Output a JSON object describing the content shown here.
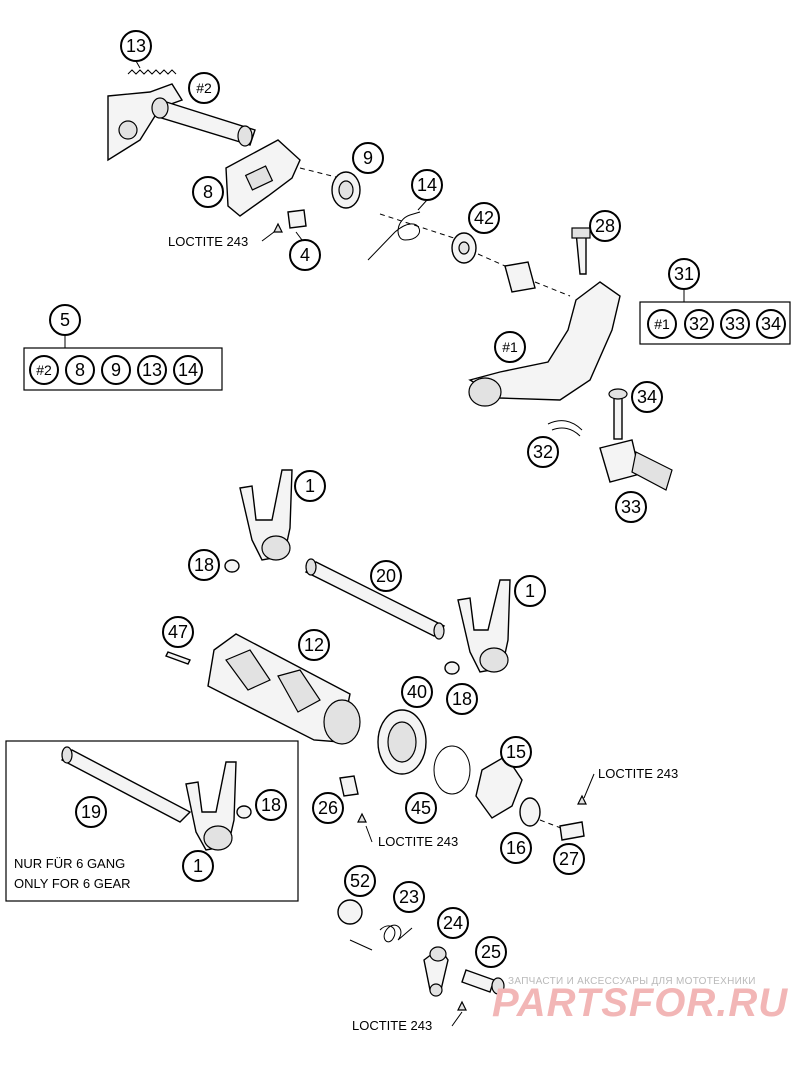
{
  "callouts": {
    "c13_top": "13",
    "c2_top": "#2",
    "c9": "9",
    "c8": "8",
    "c14_top": "14",
    "c42": "42",
    "c28": "28",
    "c4": "4",
    "c5": "5",
    "c31": "31",
    "c1_arm": "#1",
    "c34_pin": "34",
    "c32_spring": "32",
    "c33_part": "33",
    "c1_fork_top": "1",
    "c18_a": "18",
    "c20": "20",
    "c1_fork_right": "1",
    "c47": "47",
    "c12": "12",
    "c40": "40",
    "c18_b": "18",
    "c19": "19",
    "c18_c": "18",
    "c1_fork_box": "1",
    "c15": "15",
    "c26": "26",
    "c45": "45",
    "c16": "16",
    "c27": "27",
    "c52": "52",
    "c23": "23",
    "c24": "24",
    "c25": "25"
  },
  "kit_5": {
    "items": [
      "#2",
      "8",
      "9",
      "13",
      "14"
    ]
  },
  "kit_31": {
    "items": [
      "#1",
      "32",
      "33",
      "34"
    ]
  },
  "labels": {
    "loctite_1": "LOCTITE 243",
    "loctite_2": "LOCTITE 243",
    "loctite_3": "LOCTITE 243",
    "loctite_4": "LOCTITE 243",
    "note_de": "NUR FÜR 6 GANG",
    "note_en": "ONLY FOR 6 GEAR"
  },
  "watermark": {
    "tagline": "ЗАПЧАСТИ И АКСЕССУАРЫ ДЛЯ МОТОТЕХНИКИ",
    "logo": "PARTSFOR.RU"
  }
}
